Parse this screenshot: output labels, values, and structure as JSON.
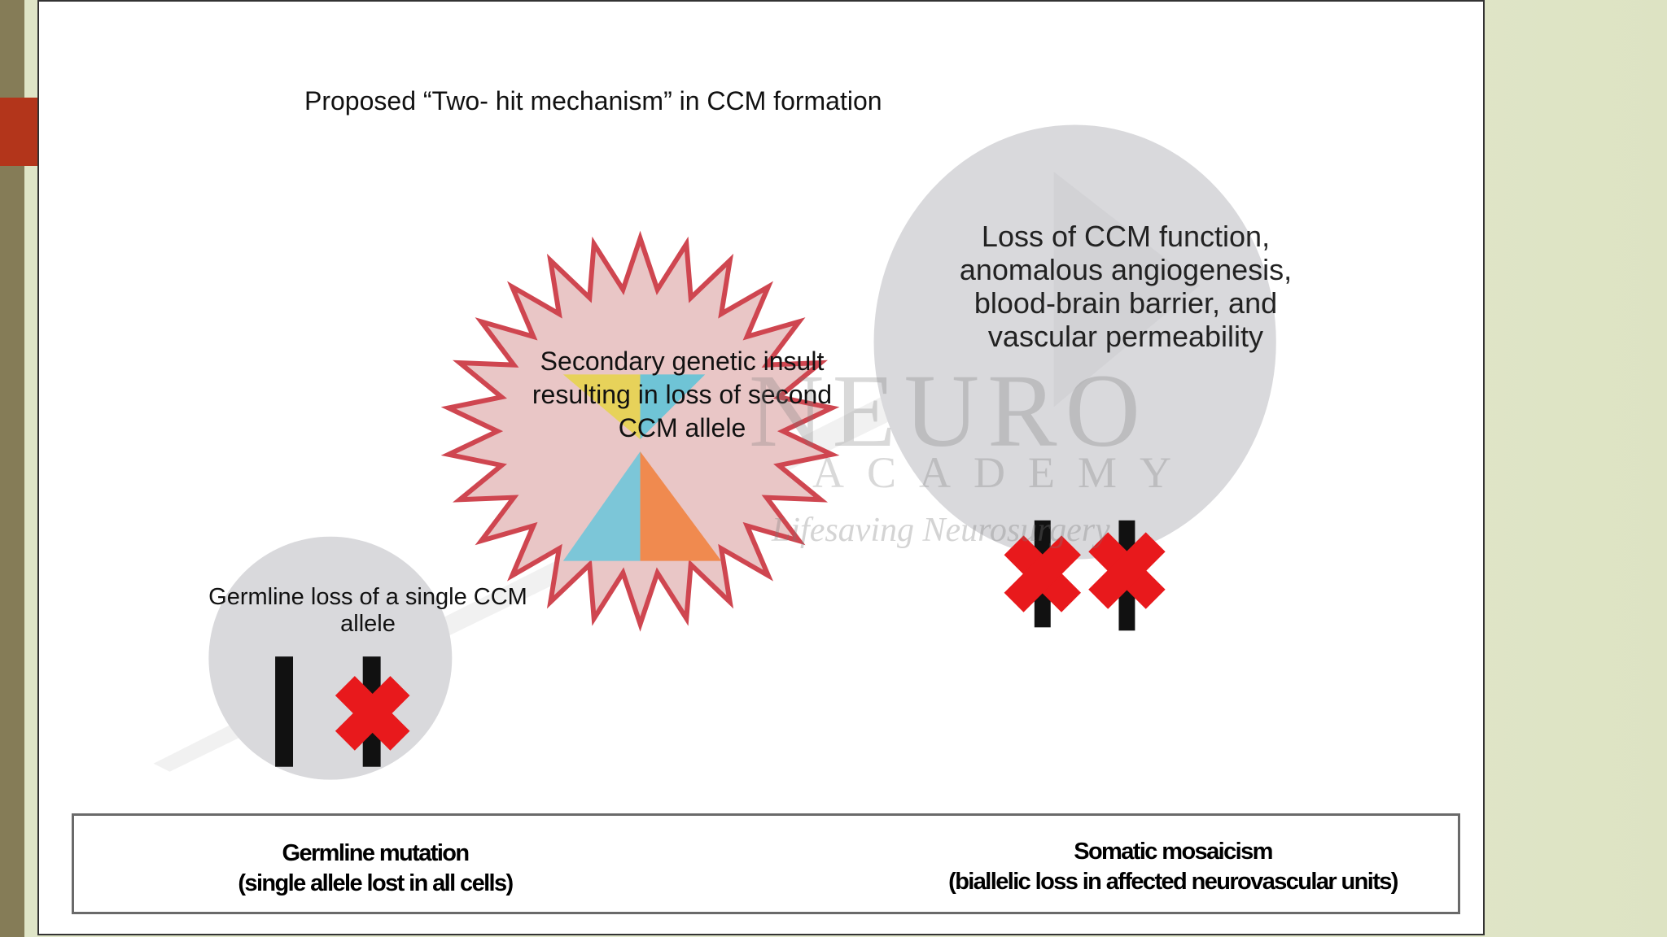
{
  "title": "Proposed “Two- hit mechanism” in CCM  formation",
  "stages": {
    "germline": "Germline loss of a single CCM allele",
    "secondary_insult": "Secondary genetic insult resulting in loss of second CCM allele",
    "loss_of_function": "Loss of CCM function, anomalous angiogenesis, blood-brain barrier, and vascular permeability"
  },
  "timeline": {
    "left_title": "Germline mutation",
    "left_subtitle": "(single allele lost in all cells)",
    "right_title": "Somatic mosaicism",
    "right_subtitle": "(biallelic loss in affected neurovascular units)"
  },
  "watermark": {
    "main": "NEURO",
    "sub": "ACADEMY",
    "tagline": "Lifesaving Neurosurgery"
  },
  "colors": {
    "cross": "#e8191c",
    "burst_fill": "#e9c6c6",
    "burst_stroke": "#cf4650",
    "arrow_fill": "#d46a6a",
    "arrow_stroke": "#8e2a2a",
    "circle": "#d9d9dc",
    "slide_accent": "#b3351b"
  },
  "icons": [
    "chromosome-icon",
    "cross-icon",
    "starburst-icon",
    "arrow-right-icon"
  ]
}
